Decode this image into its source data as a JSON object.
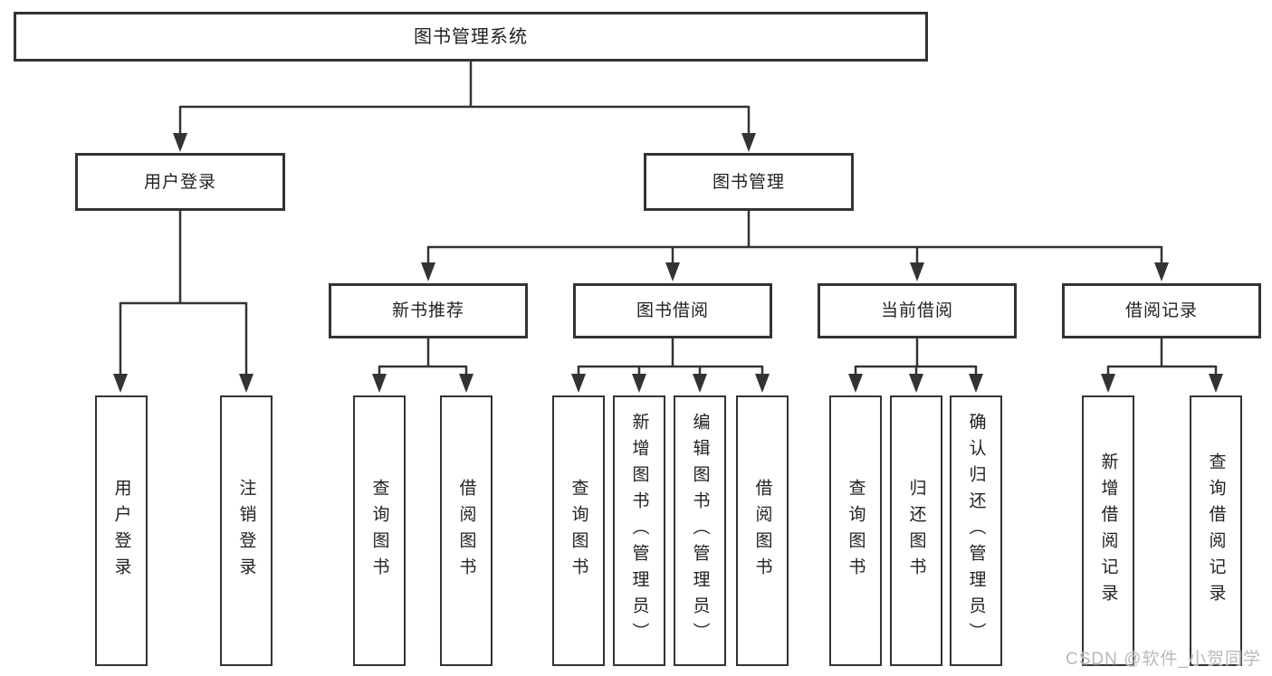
{
  "diagram": {
    "title": "图书管理系统",
    "level2": [
      {
        "label": "用户登录"
      },
      {
        "label": "图书管理"
      }
    ],
    "level3": [
      {
        "label": "新书推荐"
      },
      {
        "label": "图书借阅"
      },
      {
        "label": "当前借阅"
      },
      {
        "label": "借阅记录"
      }
    ],
    "leaves": [
      {
        "label": "用户登录"
      },
      {
        "label": "注销登录"
      },
      {
        "label": "查询图书"
      },
      {
        "label": "借阅图书"
      },
      {
        "label": "查询图书"
      },
      {
        "label": "新增图书（管理员）"
      },
      {
        "label": "编辑图书（管理员）"
      },
      {
        "label": "借阅图书"
      },
      {
        "label": "查询图书"
      },
      {
        "label": "归还图书"
      },
      {
        "label": "确认归还（管理员）"
      },
      {
        "label": "新增借阅记录"
      },
      {
        "label": "查询借阅记录"
      }
    ]
  },
  "watermark": "CSDN @软件_小贺同学",
  "colors": {
    "line": "#333333",
    "text": "#222222",
    "background": "#ffffff",
    "watermark": "#b9b9b9"
  }
}
